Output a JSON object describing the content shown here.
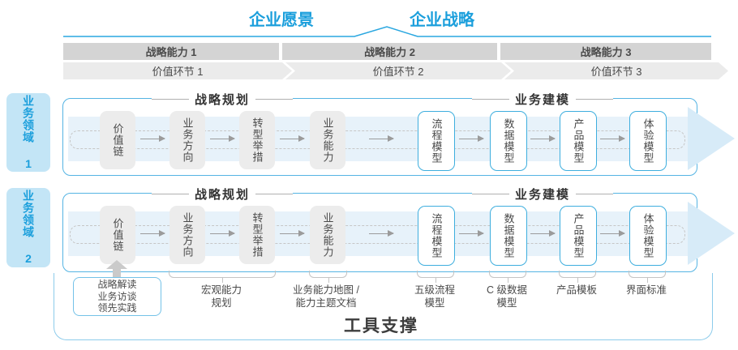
{
  "title": {
    "vision": "企业愿景",
    "strategy": "企业战略"
  },
  "capabilities": [
    "战略能力 1",
    "战略能力 2",
    "战略能力 3"
  ],
  "value_links": [
    "价值环节 1",
    "价值环节 2",
    "价值环节 3"
  ],
  "domains": [
    "业务领域 1",
    "业务领域 2"
  ],
  "panel": {
    "planning_header": "战略规划",
    "modeling_header": "业务建模",
    "planning_boxes": [
      "价值链",
      "业务方向",
      "转型举措",
      "业务能力"
    ],
    "modeling_boxes": [
      "流程模型",
      "数据模型",
      "产品模型",
      "体验模型"
    ]
  },
  "annotations": {
    "practice": [
      "战略解读",
      "业务访谈",
      "领先实践"
    ],
    "macro": [
      "宏观能力",
      "规划"
    ],
    "capability_map": [
      "业务能力地图 /",
      "能力主题文档"
    ],
    "process_l5": [
      "五级流程",
      "模型"
    ],
    "data_c": [
      "C 级数据",
      "模型"
    ],
    "product_template": [
      "产品模板"
    ],
    "ui_standard": [
      "界面标准"
    ]
  },
  "footer": "工具支撑",
  "colors": {
    "accent_blue": "#1b9fdc",
    "panel_border": "#55b4e3",
    "band_dark": "#d4d4d4",
    "band_light": "#ebebeb",
    "flow_band": "#e7f2fa",
    "flow_arrow": "#d7ebf8",
    "domain_label_bg": "#c3e5f6",
    "text_dark": "#4a4a4a"
  }
}
